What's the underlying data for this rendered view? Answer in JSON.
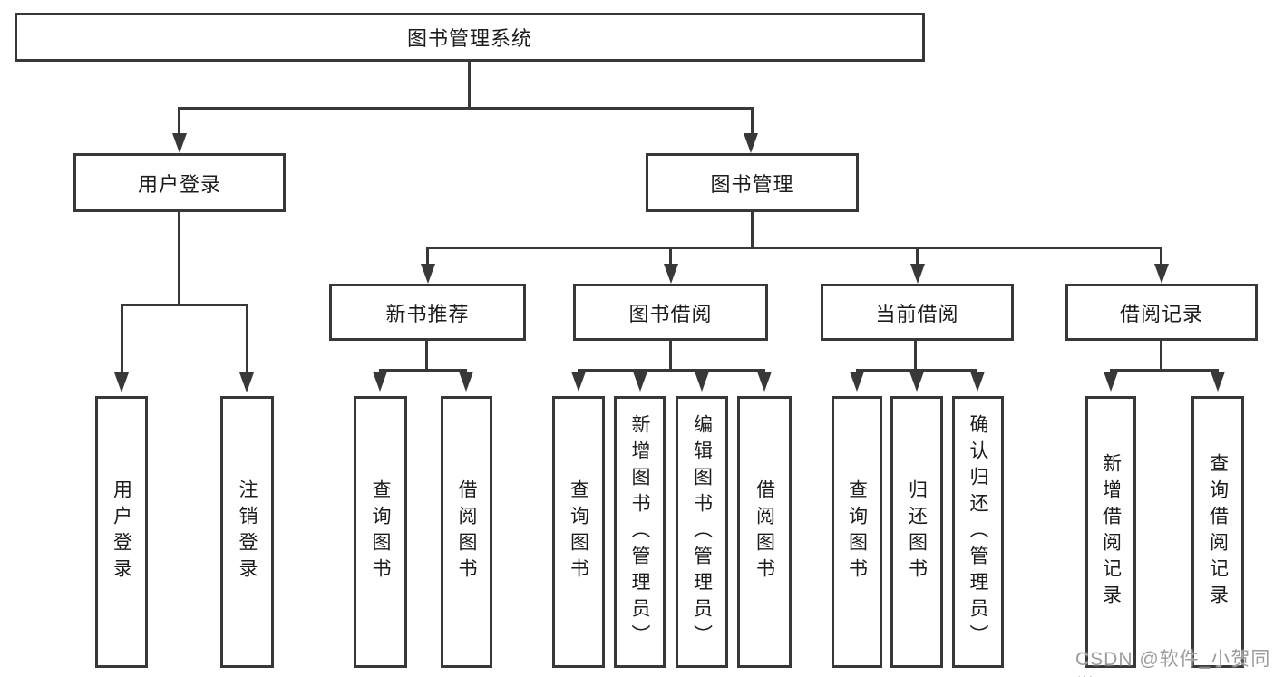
{
  "diagram": {
    "title": "图书管理系统",
    "children": [
      {
        "label": "用户登录",
        "children": [
          {
            "label": "用户登录"
          },
          {
            "label": "注销登录"
          }
        ]
      },
      {
        "label": "图书管理",
        "children": [
          {
            "label": "新书推荐",
            "children": [
              {
                "label": "查询图书"
              },
              {
                "label": "借阅图书"
              }
            ]
          },
          {
            "label": "图书借阅",
            "children": [
              {
                "label": "查询图书"
              },
              {
                "label": "新增图书（管理员）"
              },
              {
                "label": "编辑图书（管理员）"
              },
              {
                "label": "借阅图书"
              }
            ]
          },
          {
            "label": "当前借阅",
            "children": [
              {
                "label": "查询图书"
              },
              {
                "label": "归还图书"
              },
              {
                "label": "确认归还（管理员）"
              }
            ]
          },
          {
            "label": "借阅记录",
            "children": [
              {
                "label": "新增借阅记录"
              },
              {
                "label": "查询借阅记录"
              }
            ]
          }
        ]
      }
    ]
  },
  "watermark": {
    "text": "CSDN @软件_小贺同学"
  },
  "colors": {
    "line": "#383838",
    "text": "#1c1c1c",
    "watermark": "#9c9c9c",
    "background": "#ffffff"
  }
}
